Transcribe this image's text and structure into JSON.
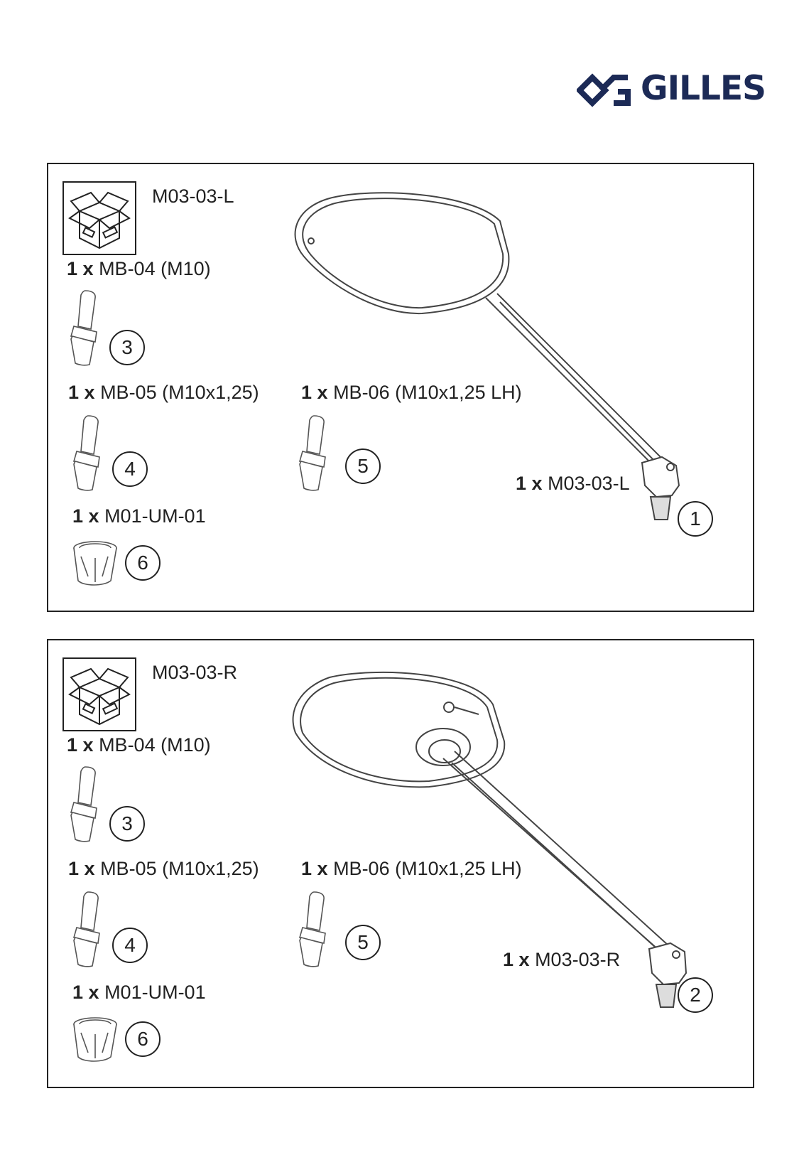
{
  "brand": {
    "name": "GILLES",
    "color": "#1c2a56"
  },
  "panels": [
    {
      "code": "M03-03-L",
      "box_icon": "package-box-icon",
      "items": [
        {
          "qty": "1 x",
          "label": "MB-04 (M10)",
          "callout": "3"
        },
        {
          "qty": "1 x",
          "label": "MB-05 (M10x1,25)",
          "callout": "4"
        },
        {
          "qty": "1 x",
          "label": "MB-06 (M10x1,25 LH)",
          "callout": "5"
        },
        {
          "qty": "1 x",
          "label": "M01-UM-01",
          "callout": "6"
        },
        {
          "qty": "1 x",
          "label": "M03-03-L",
          "callout": "1"
        }
      ]
    },
    {
      "code": "M03-03-R",
      "box_icon": "package-box-icon",
      "items": [
        {
          "qty": "1 x",
          "label": "MB-04 (M10)",
          "callout": "3"
        },
        {
          "qty": "1 x",
          "label": "MB-05 (M10x1,25)",
          "callout": "4"
        },
        {
          "qty": "1 x",
          "label": "MB-06 (M10x1,25 LH)",
          "callout": "5"
        },
        {
          "qty": "1 x",
          "label": "M01-UM-01",
          "callout": "6"
        },
        {
          "qty": "1 x",
          "label": "M03-03-R",
          "callout": "2"
        }
      ]
    }
  ]
}
